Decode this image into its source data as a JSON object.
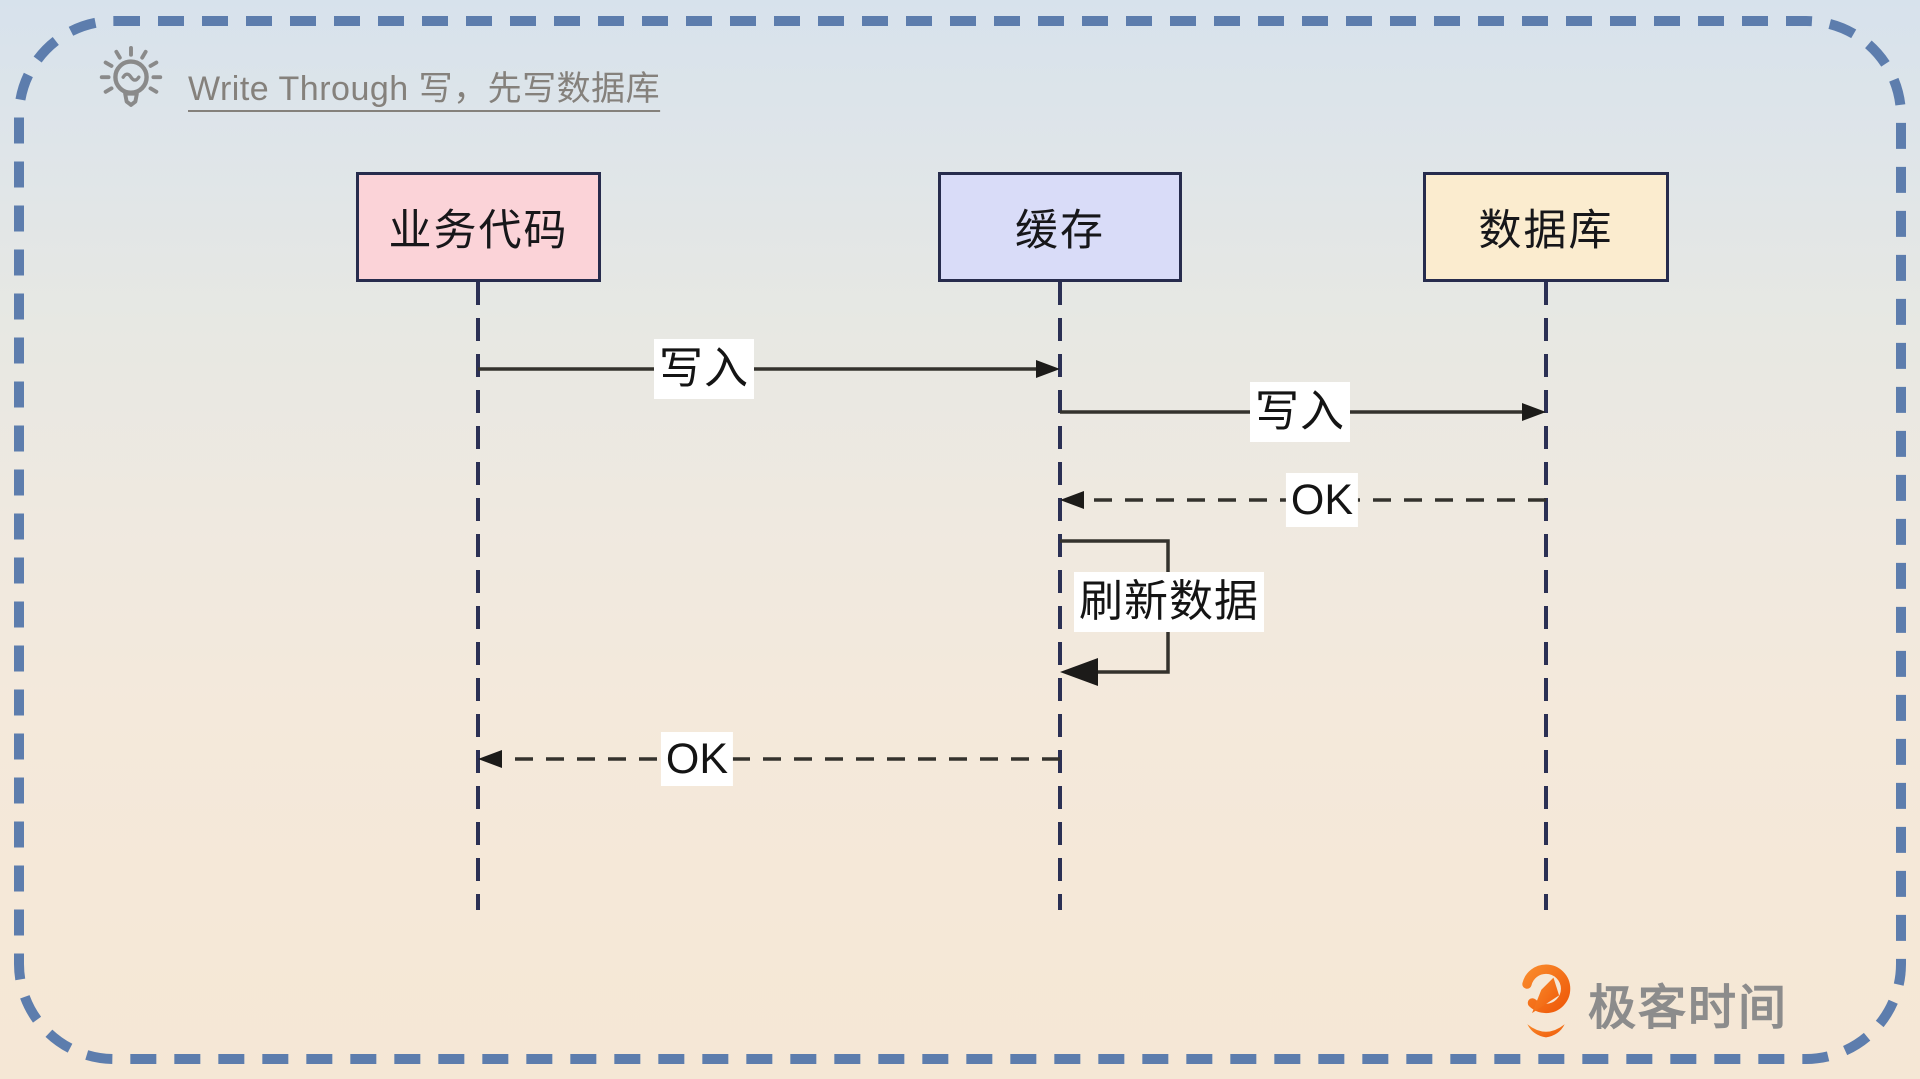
{
  "header": {
    "icon": "lightbulb-icon",
    "title": "Write Through 写，先写数据库"
  },
  "diagram": {
    "type": "sequence-diagram",
    "actors": [
      {
        "id": "business-code",
        "label": "业务代码",
        "fill": "#fbd3d8"
      },
      {
        "id": "cache",
        "label": "缓存",
        "fill": "#d9dcf8"
      },
      {
        "id": "database",
        "label": "数据库",
        "fill": "#fbeccf"
      }
    ],
    "messages": [
      {
        "from": "business-code",
        "to": "cache",
        "label": "写入",
        "line": "solid"
      },
      {
        "from": "cache",
        "to": "database",
        "label": "写入",
        "line": "solid"
      },
      {
        "from": "database",
        "to": "cache",
        "label": "OK",
        "line": "dashed"
      },
      {
        "from": "cache",
        "to": "cache",
        "label": "刷新数据",
        "line": "self-loop"
      },
      {
        "from": "cache",
        "to": "business-code",
        "label": "OK",
        "line": "dashed"
      }
    ]
  },
  "watermark": {
    "logo_icon": "geektime-logo-icon",
    "logo_text": "极客时间"
  },
  "colors": {
    "border_dash": "#5d7dad",
    "box_border": "#272c4d",
    "lifeline": "#2b3054",
    "arrow": "#34322d",
    "title_text": "#85817c",
    "logo_orange": "#f26a12",
    "logo_text_gray": "#8c8c8c",
    "bg_top": "#d7e2ec",
    "bg_bottom": "#f5e7d5"
  }
}
